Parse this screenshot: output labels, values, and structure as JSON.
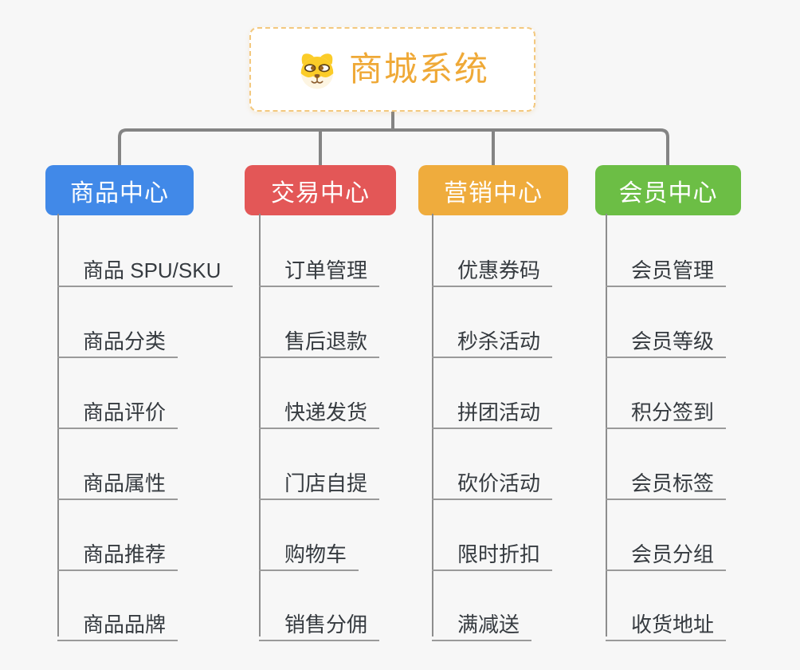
{
  "background": "#f7f7f7",
  "connector_color": "#848484",
  "trunk_color": "#8d8d8d",
  "leaf_line_color": "#9a9a9a",
  "leaf_text_color": "#363b40",
  "root": {
    "label": "商城系统",
    "icon": "dog-face-icon",
    "text_color": "#efa937",
    "border_color": "#f3c87e",
    "background": "#ffffff"
  },
  "branches": [
    {
      "label": "商品中心",
      "color": "#4189e8",
      "items": [
        "商品 SPU/SKU",
        "商品分类",
        "商品评价",
        "商品属性",
        "商品推荐",
        "商品品牌"
      ]
    },
    {
      "label": "交易中心",
      "color": "#e35757",
      "items": [
        "订单管理",
        "售后退款",
        "快递发货",
        "门店自提",
        "购物车",
        "销售分佣"
      ]
    },
    {
      "label": "营销中心",
      "color": "#efac3d",
      "items": [
        "优惠券码",
        "秒杀活动",
        "拼团活动",
        "砍价活动",
        "限时折扣",
        "满减送"
      ]
    },
    {
      "label": "会员中心",
      "color": "#6cbe45",
      "items": [
        "会员管理",
        "会员等级",
        "积分签到",
        "会员标签",
        "会员分组",
        "收货地址"
      ]
    }
  ]
}
